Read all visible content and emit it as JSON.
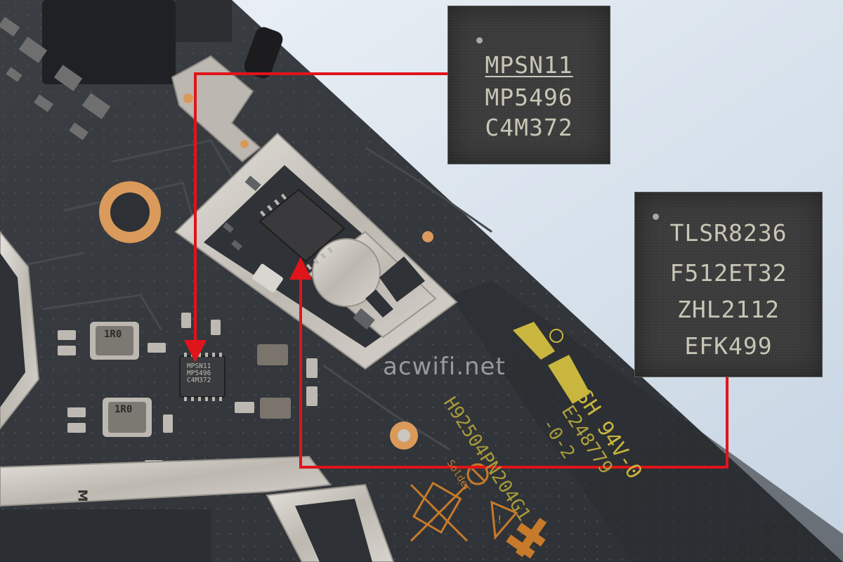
{
  "scene": {
    "subject": "",
    "colors": {
      "background": "#d9e4ee",
      "pcb": "#34373b",
      "shield": "#cfcbc4",
      "callout_line": "#e0141b",
      "silkscreen_yellow": "#c9b63e",
      "copper": "#d99a5b"
    }
  },
  "insets": [
    {
      "lines": [
        "MPSN11",
        "MP5496",
        "C4M372"
      ]
    },
    {
      "lines": [
        "TLSR8236",
        "F512ET32",
        "ZHL2112",
        "EFK499"
      ]
    }
  ],
  "small_chip": {
    "lines": [
      "MPSN11",
      "MP5496",
      "C4M372"
    ]
  },
  "inductors": [
    {
      "label": "1R0"
    },
    {
      "label": "1R0"
    }
  ],
  "watermark": "acwifi.net",
  "silkscreen": {
    "cert": "SH 94V-0",
    "cert_code": "E248779",
    "date_code": "-0-2",
    "part_number": "H92504PN204G1",
    "solder": "Solder",
    "corner_mark": "M"
  },
  "icons": [
    "ul-mark-icon",
    "weee-bin-icon",
    "warning-triangle-icon",
    "lead-free-icon",
    "mi-logo-icon",
    "red-arrow-icon"
  ]
}
